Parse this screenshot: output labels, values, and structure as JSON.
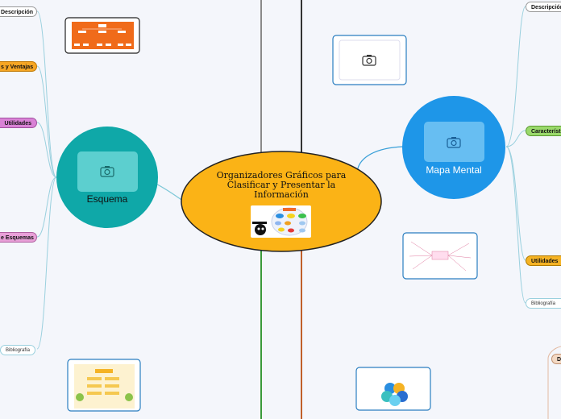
{
  "central": {
    "title": "Organizadores Gráficos para Clasificar y Presentar la Información",
    "image": "organizer-illustration"
  },
  "left": {
    "main": {
      "label": "Esquema",
      "icon": "camera-icon",
      "color": "#0fa8a8"
    },
    "items": [
      {
        "label": "Descripción",
        "color": "#ffffff"
      },
      {
        "label": "s y Ventajas",
        "color": "#f5a623"
      },
      {
        "label": "Utilidades",
        "color": "#d982d6"
      },
      {
        "label": "e Esquemas",
        "color": "#e8a0d8"
      },
      {
        "label": "Bibliografía",
        "color": "#ffffff"
      }
    ]
  },
  "right": {
    "main": {
      "label": "Mapa Mental",
      "icon": "camera-icon",
      "color": "#1e96e8"
    },
    "items": [
      {
        "label": "Descripción",
        "color": "#ffffff"
      },
      {
        "label": "Característ",
        "color": "#9ad96b"
      },
      {
        "label": "Utilidades",
        "color": "#f5b324"
      },
      {
        "label": "Bibliografía",
        "color": "#ffffff"
      },
      {
        "label": "D",
        "color": "#f3d9c4"
      }
    ]
  },
  "colors": {
    "central_fill": "#fbb316",
    "branch_line": "#9ad0de",
    "background": "#f4f6fb"
  }
}
